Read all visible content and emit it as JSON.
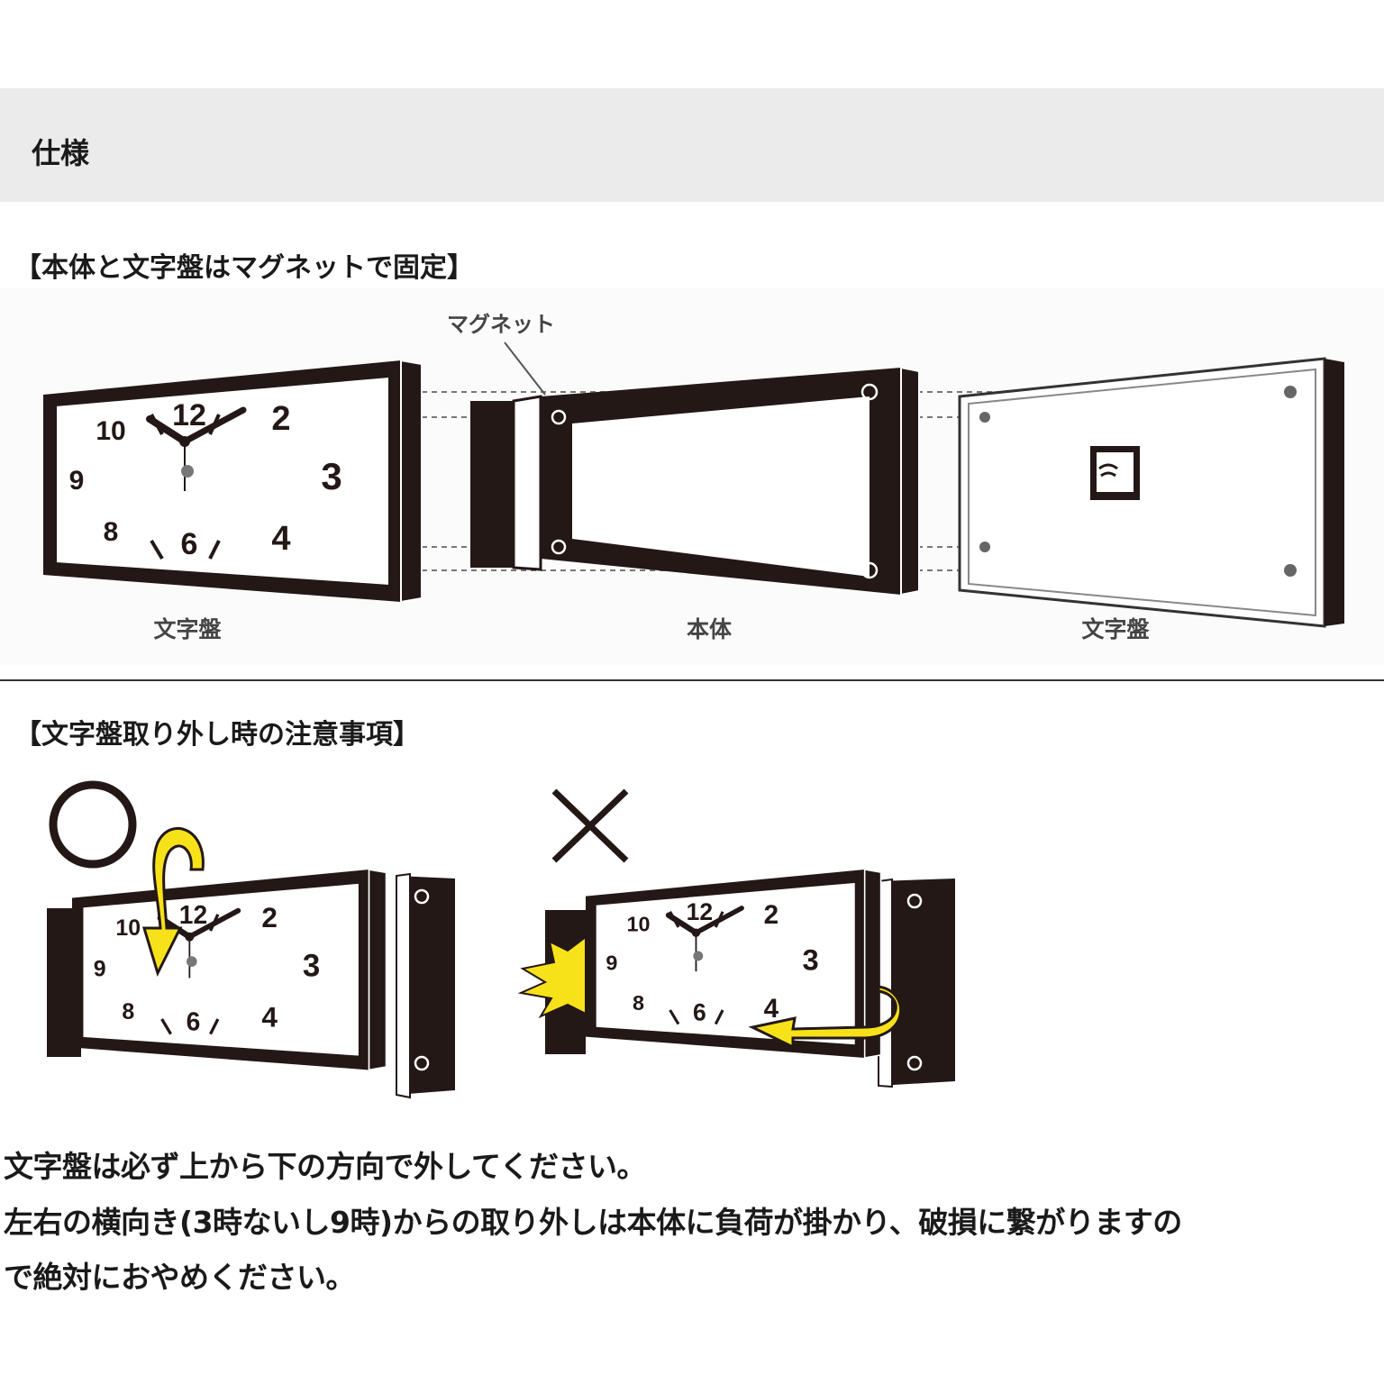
{
  "section_title": "仕様",
  "heading_magnet": "【本体と文字盤はマグネットで固定】",
  "diagram_labels": {
    "magnet": "マグネット",
    "dial_front": "文字盤",
    "body": "本体",
    "dial_back": "文字盤"
  },
  "heading_caution": "【文字盤取り外し時の注意事項】",
  "correct_symbol": "○",
  "wrong_symbol": "×",
  "clock_numerals": [
    "10",
    "12",
    "2",
    "9",
    "3",
    "8",
    "6",
    "4"
  ],
  "notes": [
    "文字盤は必ず上から下の方向で外してください。",
    "左右の横向き(3時ないし9時)からの取り外しは本体に負荷が掛かり、破損に繋がりますの",
    "で絶対におやめください。"
  ],
  "colors": {
    "band": "#ebebeb",
    "ink": "#1a1a1a",
    "arrow": "#f7e21a"
  }
}
